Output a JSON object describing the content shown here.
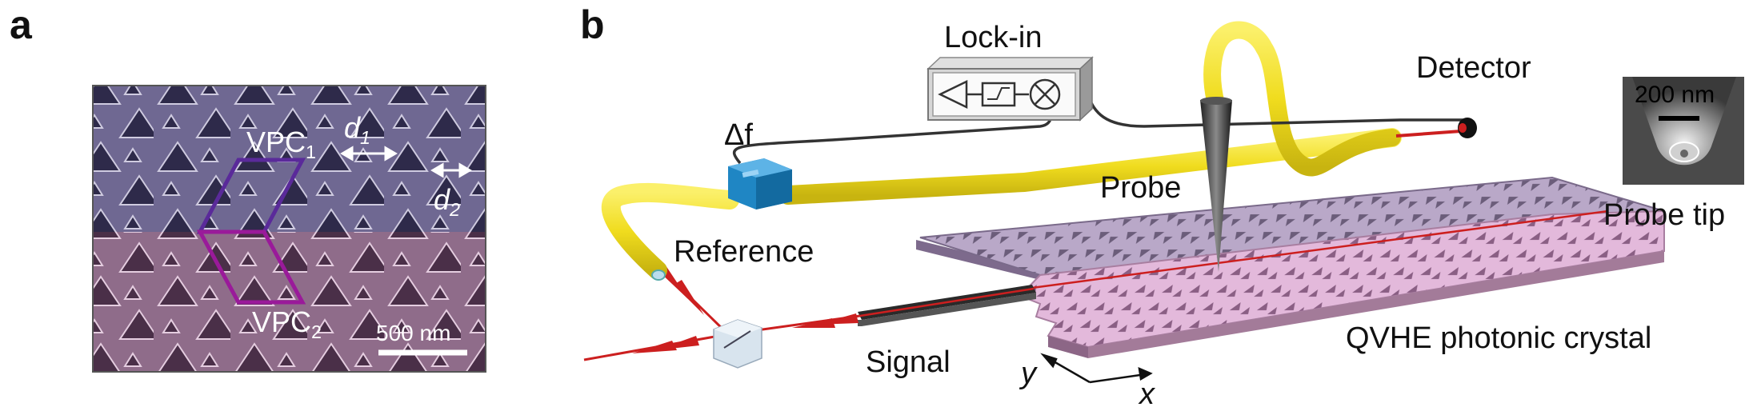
{
  "panel_a": {
    "letter": "a",
    "vpc1_label": "VPC",
    "vpc1_sub": "1",
    "vpc2_label": "VPC",
    "vpc2_sub": "2",
    "d1_label": "d",
    "d1_sub": "1",
    "d2_label": "d",
    "d2_sub": "2",
    "scale_label": "500 nm"
  },
  "panel_b": {
    "letter": "b",
    "lockin": "Lock-in",
    "delta_f": "Δf",
    "detector": "Detector",
    "probe": "Probe",
    "reference": "Reference",
    "signal": "Signal",
    "crystal": "QVHE photonic crystal",
    "probe_tip": "Probe tip",
    "tip_scale": "200 nm",
    "axis_x": "x",
    "axis_y": "y"
  },
  "colors": {
    "fiber": "#f2e22a",
    "laser": "#cc1f1f",
    "upper_crystal": "#b6a5c4",
    "lower_crystal": "#e2b6d8",
    "sem_upper": "#6e668f",
    "sem_lower": "#8e6b88",
    "splitter": "#2a8ecb"
  }
}
